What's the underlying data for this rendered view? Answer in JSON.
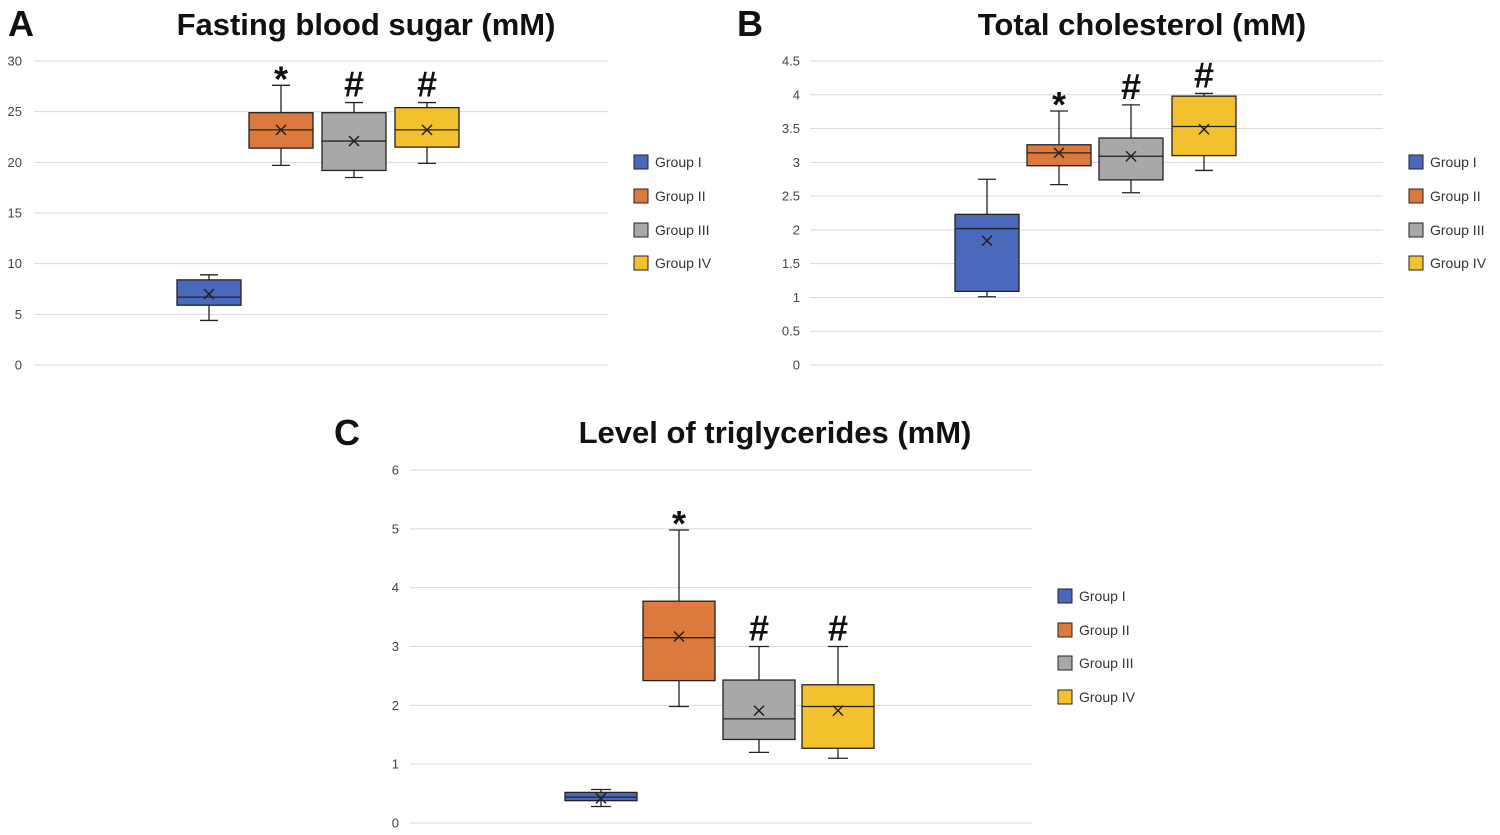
{
  "colors": {
    "group_i": "#4a69bd",
    "group_ii": "#dc7a3e",
    "group_iii": "#a8a8a8",
    "group_iv": "#f4c12e",
    "gridline": "#d9d9d9",
    "outline": "#222222"
  },
  "chart_data": [
    {
      "type": "box",
      "panel_label": "A",
      "title": "Fasting blood sugar (mM)",
      "xlabel": "",
      "ylabel": "",
      "ylim": [
        0,
        30
      ],
      "yticks": [
        "0",
        "5",
        "10",
        "15",
        "20",
        "25",
        "30"
      ],
      "grid": true,
      "legend_position": "right",
      "series": [
        {
          "name": "Group I",
          "color": "#4a69bd",
          "min": 4.4,
          "q1": 5.9,
          "median": 6.7,
          "q3": 8.4,
          "max": 8.9,
          "mean": 7.0,
          "marker": ""
        },
        {
          "name": "Group II",
          "color": "#dc7a3e",
          "min": 19.7,
          "q1": 21.4,
          "median": 23.2,
          "q3": 24.9,
          "max": 27.6,
          "mean": 23.2,
          "marker": "*"
        },
        {
          "name": "Group III",
          "color": "#a8a8a8",
          "min": 18.5,
          "q1": 19.2,
          "median": 22.1,
          "q3": 24.9,
          "max": 25.9,
          "mean": 22.1,
          "marker": "#"
        },
        {
          "name": "Group IV",
          "color": "#f4c12e",
          "min": 19.9,
          "q1": 21.5,
          "median": 23.2,
          "q3": 25.4,
          "max": 25.9,
          "mean": 23.2,
          "marker": "#"
        }
      ]
    },
    {
      "type": "box",
      "panel_label": "B",
      "title": "Total cholesterol (mM)",
      "xlabel": "",
      "ylabel": "",
      "ylim": [
        0,
        4.5
      ],
      "yticks": [
        "0",
        "0.5",
        "1",
        "1.5",
        "2",
        "2.5",
        "3",
        "3.5",
        "4",
        "4.5"
      ],
      "grid": true,
      "legend_position": "right",
      "series": [
        {
          "name": "Group I",
          "color": "#4a69bd",
          "min": 1.01,
          "q1": 1.09,
          "median": 2.02,
          "q3": 2.23,
          "max": 2.75,
          "mean": 1.84,
          "marker": ""
        },
        {
          "name": "Group II",
          "color": "#dc7a3e",
          "min": 2.67,
          "q1": 2.95,
          "median": 3.14,
          "q3": 3.26,
          "max": 3.76,
          "mean": 3.14,
          "marker": "*"
        },
        {
          "name": "Group III",
          "color": "#a8a8a8",
          "min": 2.55,
          "q1": 2.74,
          "median": 3.09,
          "q3": 3.36,
          "max": 3.85,
          "mean": 3.09,
          "marker": "#"
        },
        {
          "name": "Group IV",
          "color": "#f4c12e",
          "min": 2.88,
          "q1": 3.1,
          "median": 3.53,
          "q3": 3.98,
          "max": 4.02,
          "mean": 3.49,
          "marker": "#"
        }
      ]
    },
    {
      "type": "box",
      "panel_label": "C",
      "title": "Level of  triglycerides (mM)",
      "xlabel": "",
      "ylabel": "",
      "ylim": [
        0,
        6
      ],
      "yticks": [
        "0",
        "1",
        "2",
        "3",
        "4",
        "5",
        "6"
      ],
      "grid": true,
      "legend_position": "right",
      "series": [
        {
          "name": "Group I",
          "color": "#4a69bd",
          "min": 0.28,
          "q1": 0.38,
          "median": 0.44,
          "q3": 0.52,
          "max": 0.57,
          "mean": 0.42,
          "marker": ""
        },
        {
          "name": "Group II",
          "color": "#dc7a3e",
          "min": 1.98,
          "q1": 2.42,
          "median": 3.15,
          "q3": 3.77,
          "max": 4.98,
          "mean": 3.17,
          "marker": "*"
        },
        {
          "name": "Group III",
          "color": "#a8a8a8",
          "min": 1.2,
          "q1": 1.42,
          "median": 1.77,
          "q3": 2.43,
          "max": 3.0,
          "mean": 1.91,
          "marker": "#"
        },
        {
          "name": "Group IV",
          "color": "#f4c12e",
          "min": 1.1,
          "q1": 1.27,
          "median": 1.98,
          "q3": 2.35,
          "max": 3.0,
          "mean": 1.91,
          "marker": "#"
        }
      ]
    }
  ]
}
